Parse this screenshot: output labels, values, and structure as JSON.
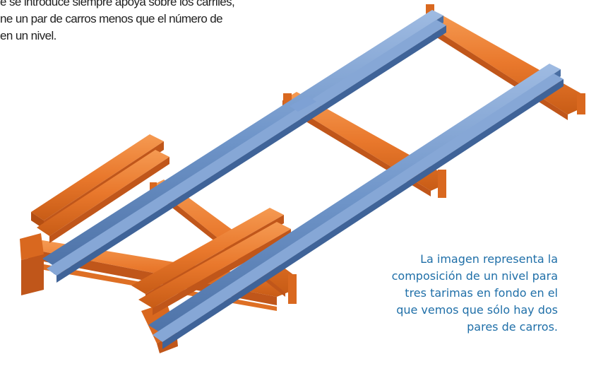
{
  "intro_text": {
    "lines": [
      "e se introduce siempre apoya sobre los carriles,",
      "ne un par de carros menos que el número de",
      "en un nivel."
    ]
  },
  "caption": {
    "lines": [
      "La imagen representa la",
      "composición de un nivel para",
      "tres tarimas en fondo en el",
      "que vemos que sólo hay dos",
      "pares de carros."
    ]
  },
  "colors": {
    "caption_text": "#1f6fa8",
    "rail_blue": "#6f95c9",
    "beam_orange": "#e9782c"
  },
  "figure": {
    "subject": "pallet rack level with two blue rails, orange cross beams and two pairs of orange carts"
  }
}
